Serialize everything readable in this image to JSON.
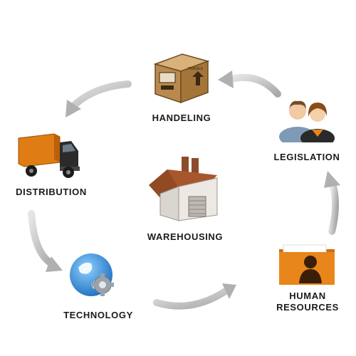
{
  "diagram": {
    "nodes": [
      {
        "id": "handeling",
        "label": "HANDELING",
        "icon": "cardboard-box-icon"
      },
      {
        "id": "legislation",
        "label": "LEGISLATION",
        "icon": "people-icon"
      },
      {
        "id": "human_resources",
        "label_line1": "HUMAN",
        "label_line2": "RESOURCES",
        "icon": "folder-person-icon"
      },
      {
        "id": "technology",
        "label": "TECHNOLOGY",
        "icon": "globe-gear-icon"
      },
      {
        "id": "distribution",
        "label": "DISTRIBUTION",
        "icon": "delivery-truck-icon"
      },
      {
        "id": "warehousing",
        "label": "WAREHOUSING",
        "icon": "warehouse-icon"
      }
    ],
    "box_text": "FRAGILE",
    "arrow_color": "#bdbdbd",
    "accent_colors": {
      "orange": "#e8861c",
      "box_brown": "#b98a4d",
      "globe_blue": "#2f8fd8"
    }
  }
}
